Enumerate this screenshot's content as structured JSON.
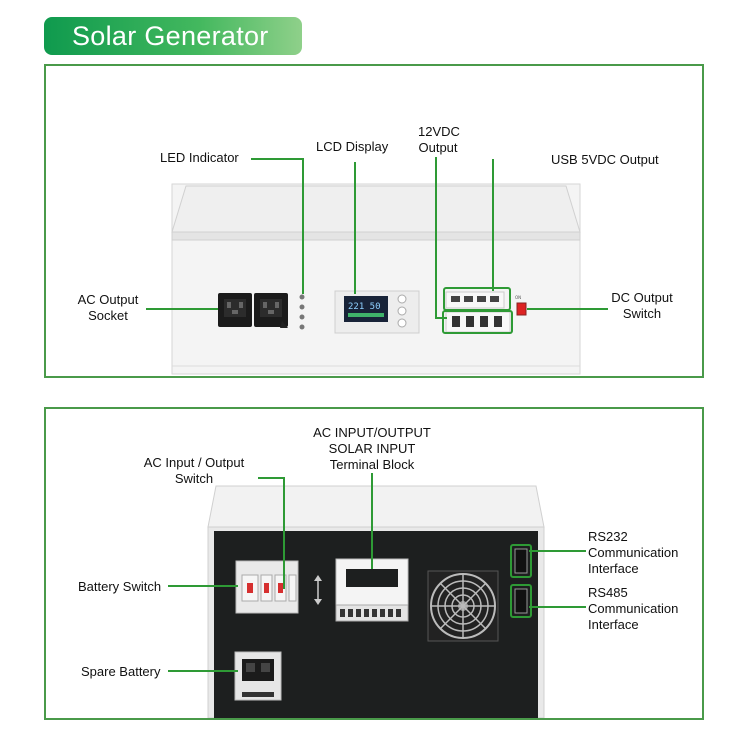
{
  "title": "Solar Generator",
  "colors": {
    "accent": "#2e9a35",
    "title_bg": "#2fa852",
    "panel_border": "#4a9a4a"
  },
  "front_labels": {
    "led_indicator": "LED Indicator",
    "lcd_display": "LCD Display",
    "dc12v_line1": "12VDC",
    "dc12v_line2": "Output",
    "usb_output": "USB 5VDC Output",
    "ac_socket_line1": "AC Output",
    "ac_socket_line2": "Socket",
    "dc_switch_line1": "DC Output",
    "dc_switch_line2": "Switch"
  },
  "back_labels": {
    "terminal_line1": "AC INPUT/OUTPUT",
    "terminal_line2": "SOLAR INPUT",
    "terminal_line3": "Terminal Block",
    "ac_switch_line1": "AC Input / Output",
    "ac_switch_line2": "Switch",
    "rs232_line1": "RS232",
    "rs232_line2": "Communication",
    "rs232_line3": "Interface",
    "rs485_line1": "RS485",
    "rs485_line2": "Communication",
    "rs485_line3": "Interface",
    "battery_switch": "Battery Switch",
    "spare_battery": "Spare Battery"
  },
  "lcd_readout": "221 50"
}
